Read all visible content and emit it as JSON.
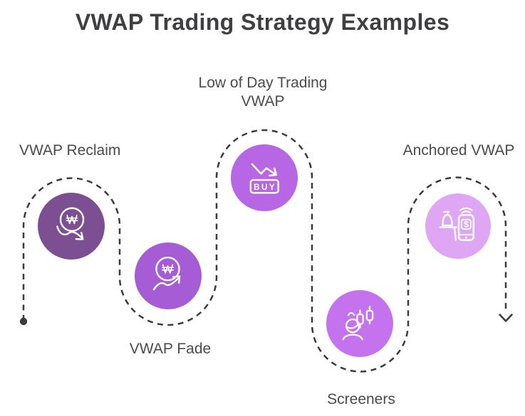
{
  "title": "VWAP Trading Strategy Examples",
  "colors": {
    "path_stroke": "#3b3b3b",
    "icon_stroke": "#ffffff",
    "title_text": "#3f3f42",
    "label_text": "#4b4b4d",
    "background": "#ffffff"
  },
  "items": [
    {
      "label": "VWAP Reclaim",
      "icon": "won-currency-chart-down-icon",
      "color": "#7c4f92"
    },
    {
      "label": "VWAP Fade",
      "icon": "won-currency-chart-up-icon",
      "color": "#a55cd4"
    },
    {
      "label": "Low of Day Trading VWAP",
      "icon": "downtrend-buy-signal-icon",
      "color": "#b767e3",
      "badge": "BUY"
    },
    {
      "label": "Screeners",
      "icon": "trader-candlestick-screener-icon",
      "color": "#c572ef"
    },
    {
      "label": "Anchored VWAP",
      "icon": "cash-register-mobile-payment-icon",
      "color": "#dfa7f3",
      "badge": "$"
    }
  ]
}
